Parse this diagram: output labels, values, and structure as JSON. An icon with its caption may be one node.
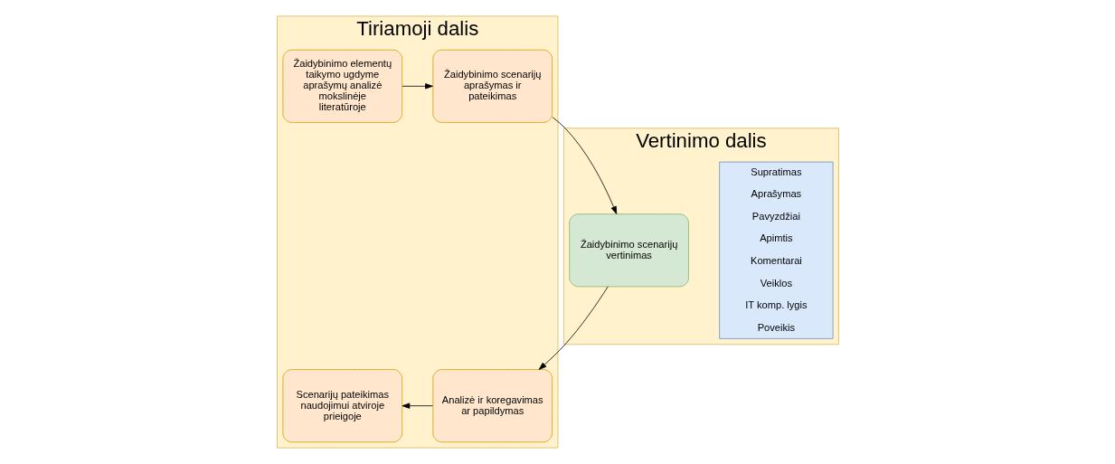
{
  "diagram": {
    "nodes": [
      {
        "text": [
          "Tiriamoji dalis"
        ]
      },
      {
        "text": [
          "Žaidybinimo elementų taikymo ugdyme aprašymų analizė mokslinėje literatūroje"
        ],
        "in": 0
      },
      {
        "text": [
          "Žaidybinimo scenarijų aprašymas ir pateikimas"
        ],
        "in": 0
      },
      {
        "text": [
          "Scenarijų pateikimas naudojimui atviroje prieigoje"
        ],
        "in": 0
      },
      {
        "text": [
          "Analizė ir koregavimas ar papildymas"
        ],
        "in": 0
      },
      {
        "text": [
          "Vertinimo dalis"
        ]
      },
      {
        "text": [
          "Žaidybinimo scenarijų vertinimas"
        ],
        "in": 5
      },
      {
        "text": [
          "Supratimas",
          "Aprašymas",
          "Pavyzdžiai",
          "Apimtis",
          "Komentarai",
          "Veiklos",
          "IT komp. lygis",
          "Poveikis"
        ],
        "in": 5
      }
    ],
    "edges": [
      {
        "from": 1,
        "to": 2,
        "arrow": "to"
      },
      {
        "from": 2,
        "to": 6,
        "arrow": "to"
      },
      {
        "from": 6,
        "to": 4,
        "arrow": "to"
      },
      {
        "from": 4,
        "to": 3,
        "arrow": "to"
      }
    ]
  }
}
